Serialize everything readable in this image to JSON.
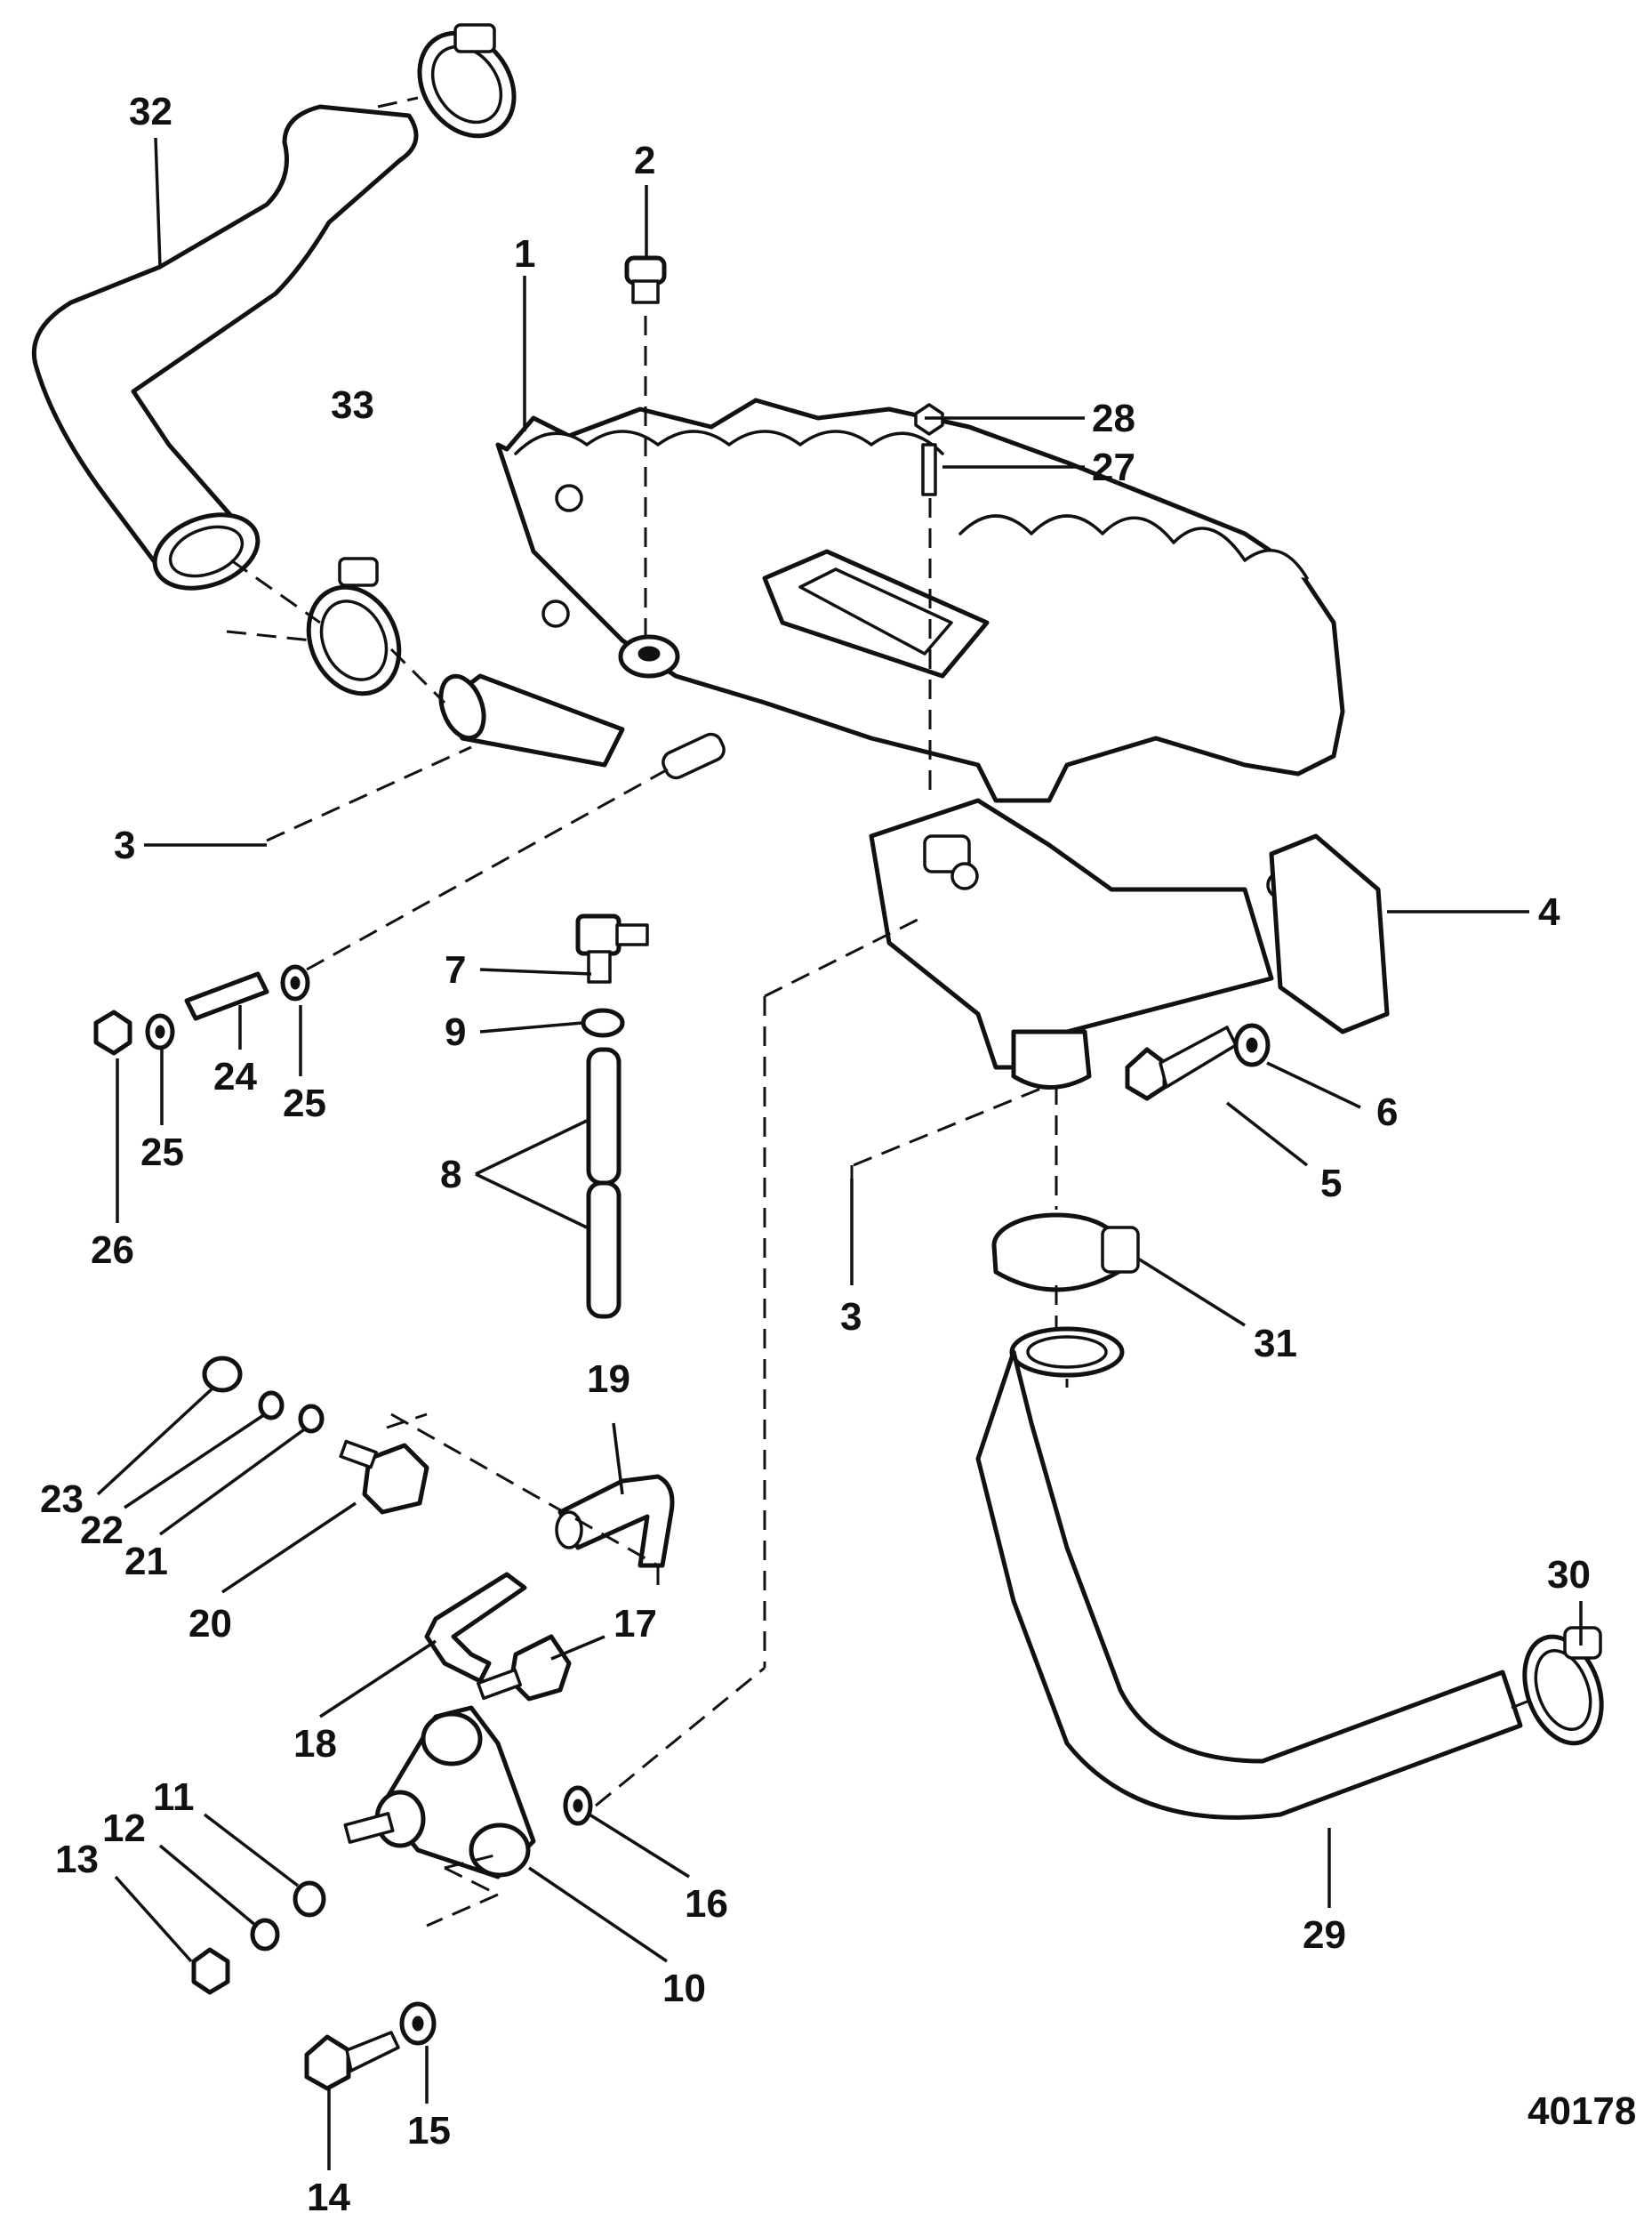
{
  "diagram": {
    "reference_number": "40178",
    "callouts": {
      "c1": "1",
      "c2": "2",
      "c3a": "3",
      "c3b": "3",
      "c4": "4",
      "c5": "5",
      "c6": "6",
      "c7": "7",
      "c8": "8",
      "c9": "9",
      "c10": "10",
      "c11": "11",
      "c12": "12",
      "c13": "13",
      "c14": "14",
      "c15": "15",
      "c16": "16",
      "c17": "17",
      "c18": "18",
      "c19": "19",
      "c20": "20",
      "c21": "21",
      "c22": "22",
      "c23": "23",
      "c24": "24",
      "c25a": "25",
      "c25b": "25",
      "c26": "26",
      "c27": "27",
      "c28": "28",
      "c29": "29",
      "c30": "30",
      "c31": "31",
      "c32": "32",
      "c33": "33"
    }
  }
}
